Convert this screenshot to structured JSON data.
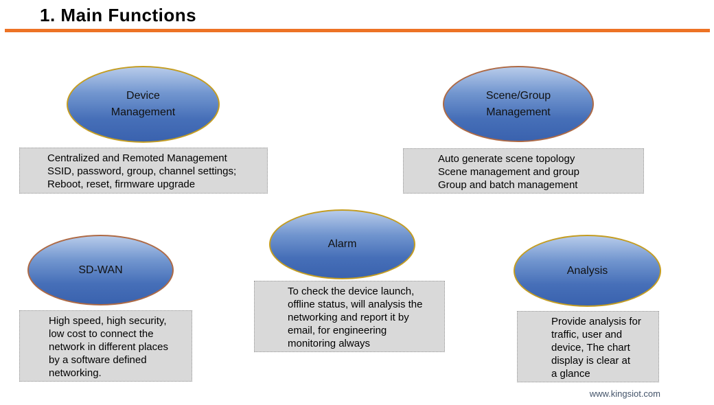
{
  "slide": {
    "title": "1. Main Functions",
    "footer": "www.kingsiot.com"
  },
  "colors": {
    "accent_line": "#ED7325",
    "ellipse_fill_top": "#B7CBEA",
    "ellipse_fill_bottom": "#3A62AE",
    "ellipse_border_gold": "#C49D22",
    "ellipse_border_brown": "#AE6A45",
    "description_box_bg": "#D9D9D9",
    "description_box_border": "#999999",
    "footer_text": "#44546A"
  },
  "functions": [
    {
      "name": "device-management",
      "label": "Device\nManagement",
      "description": "Centralized and Remoted Management\nSSID, password, group, channel settings;\nReboot, reset, firmware upgrade"
    },
    {
      "name": "scene-group-management",
      "label": "Scene/Group\nManagement",
      "description": "Auto generate scene topology\nScene management and group\nGroup and batch management"
    },
    {
      "name": "alarm",
      "label": "Alarm",
      "description": "To check the device launch,\noffline status, will analysis the\nnetworking and report it by\nemail, for engineering\nmonitoring always"
    },
    {
      "name": "sd-wan",
      "label": "SD-WAN",
      "description": "High speed, high security,\nlow cost to connect the\nnetwork in different places\nby a software defined\nnetworking."
    },
    {
      "name": "analysis",
      "label": "Analysis",
      "description": "Provide analysis for\ntraffic, user and\ndevice, The chart\ndisplay is clear at\na glance"
    }
  ]
}
